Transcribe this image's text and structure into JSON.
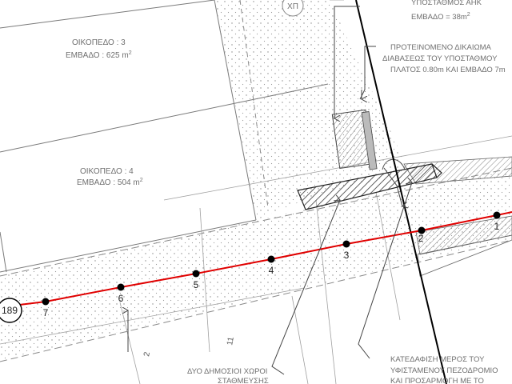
{
  "plots": [
    {
      "label": "ΟΙΚΟΠΕΔΟ : 3",
      "area": "ΕΜΒΑΔΟ : 625 m",
      "sup": "2"
    },
    {
      "label": "ΟΙΚΟΠΕΔΟ : 4",
      "area": "ΕΜΒΑΔΟ : 504 m",
      "sup": "2"
    }
  ],
  "substation": {
    "title": "ΥΠΟΣΤΑΘΜΟΣ ΑΗΚ",
    "area": "ΕΜΒΑΔΟ = 38m",
    "sup": "2"
  },
  "xp_label": "ΧΠ",
  "right_of_way": [
    "ΠΡΟΤΕΙΝΟΜΕΝΟ ΔΙΚΑΙΩΜΑ",
    "ΔΙΑΒΑΣΕΩΣ ΤΟΥ ΥΠΟΣΤΑΘΜΟΥ",
    "ΠΛΑΤΟΣ 0.80m ΚΑΙ ΕΜΒΑΔΟ 7m"
  ],
  "parking_note": [
    "ΔΥΟ ΔΗΜΟΣΙΟΙ ΧΩΡΟΙ",
    "ΣΤΑΘΜΕΥΣΗΣ"
  ],
  "demolition_note": [
    "ΚΑΤΕΔΑΦΙΣΗ ΜΕΡΟΣ ΤΟΥ",
    "ΥΦΙΣΤΑΜΕΝΟΥ ΠΕΖΟΔΡΟΜΙΟ",
    "ΚΑΙ ΠΡΟΣΑΡΜΟΓΗ ΜΕ ΤΟ"
  ],
  "circle_label": "189",
  "dim_labels": [
    "2",
    "11"
  ],
  "alignment": {
    "color": "#e00000",
    "points": [
      {
        "label": "1"
      },
      {
        "label": "2"
      },
      {
        "label": "3"
      },
      {
        "label": "4"
      },
      {
        "label": "5"
      },
      {
        "label": "6"
      },
      {
        "label": "7"
      }
    ]
  }
}
